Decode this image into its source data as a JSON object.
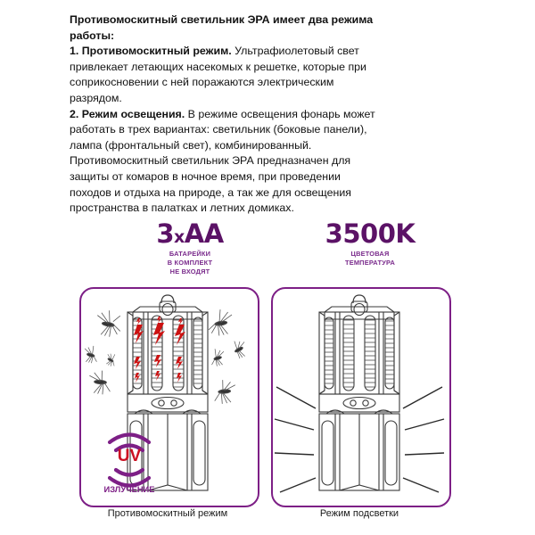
{
  "description": {
    "lines": [
      {
        "bold_prefix": "Противомоскитный светильник ЭРА имеет два режима",
        "rest": ""
      },
      {
        "bold_prefix": "работы:",
        "rest": ""
      },
      {
        "bold_prefix": "1. Противомоскитный режим.",
        "rest": " Ультрафиолетовый свет"
      },
      {
        "bold_prefix": "",
        "rest": "привлекает летающих насекомых к решетке, которые при"
      },
      {
        "bold_prefix": "",
        "rest": "соприкосновении с ней поражаются электрическим"
      },
      {
        "bold_prefix": "",
        "rest": "разрядом."
      },
      {
        "bold_prefix": "2. Режим освещения.",
        "rest": " В режиме освещения фонарь может"
      },
      {
        "bold_prefix": "",
        "rest": "работать в трех вариантах: светильник (боковые панели),"
      },
      {
        "bold_prefix": "",
        "rest": "лампа (фронтальный свет), комбинированный."
      },
      {
        "bold_prefix": "",
        "rest": "Противомоскитный светильник ЭРА предназначен для"
      },
      {
        "bold_prefix": "",
        "rest": "защиты от комаров  в ночное время, при проведении"
      },
      {
        "bold_prefix": "",
        "rest": "походов и отдыха на природе, а так же для освещения"
      },
      {
        "bold_prefix": "",
        "rest": "пространства в палатках и летних домиках."
      }
    ]
  },
  "badges": {
    "battery": {
      "count": "3",
      "multiplier": "x",
      "type": "AA",
      "sub_line1": "БАТАРЕЙКИ",
      "sub_line2": "В КОМПЛЕКТ",
      "sub_line3": "НЕ ВХОДЯТ"
    },
    "color_temp": {
      "value": "3500K",
      "sub_line1": "ЦВЕТОВАЯ",
      "sub_line2": "ТЕМПЕРАТУРА"
    }
  },
  "panels": {
    "left": {
      "caption": "Противомоскитный режим",
      "uv_badge": {
        "label": "UV",
        "sublabel": "ИЗЛУЧЕНИЕ"
      }
    },
    "right": {
      "caption": "Режим подсветки"
    }
  },
  "colors": {
    "purple": "#7d1f86",
    "deep_purple": "#5b1266",
    "red": "#cc1122",
    "outline": "#3a3a3a"
  }
}
